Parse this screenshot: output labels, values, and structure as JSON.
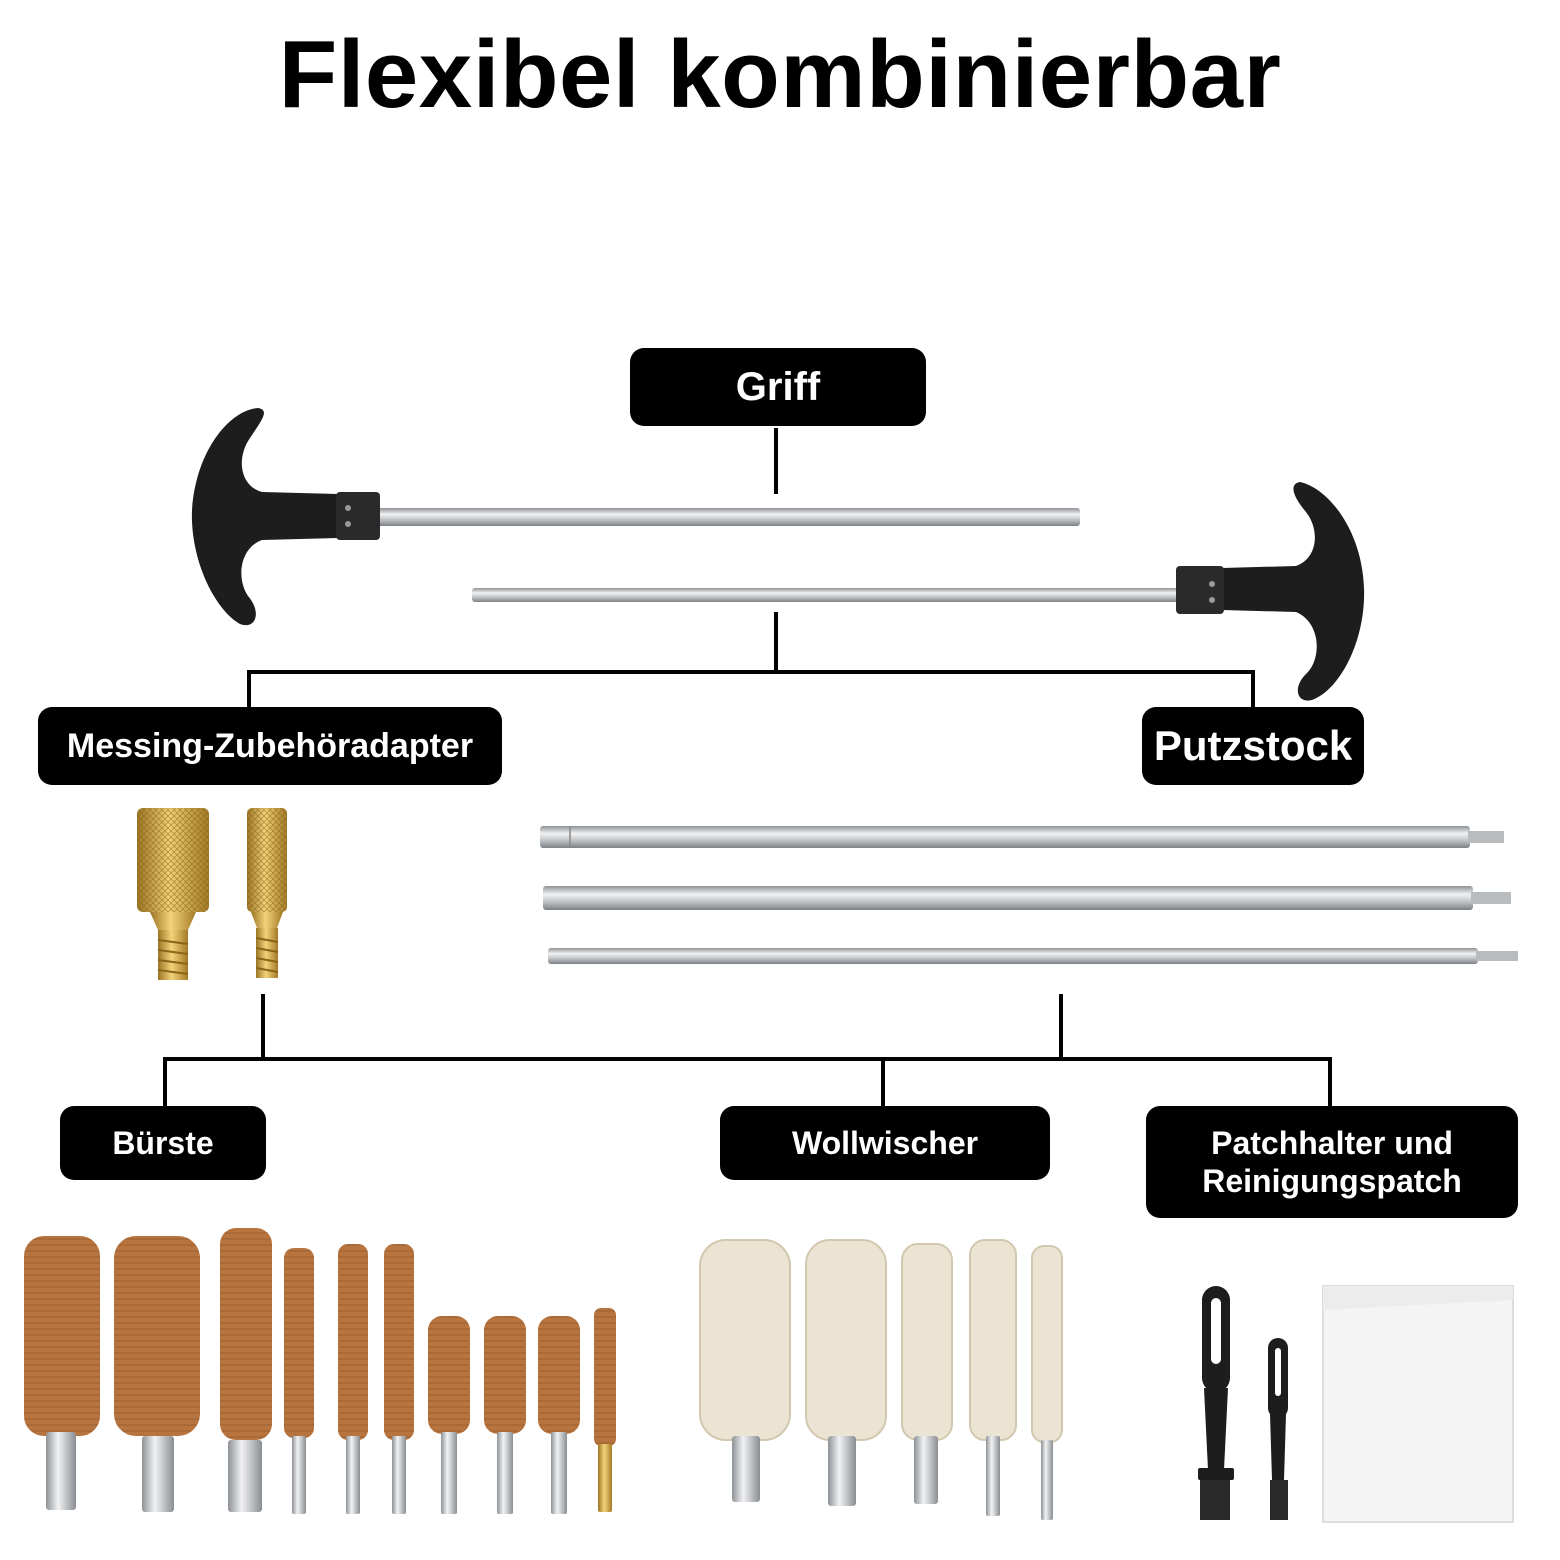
{
  "title": "Flexibel kombinierbar",
  "labels": {
    "griff": "Griff",
    "messing": "Messing-Zubehöradapter",
    "putzstock": "Putzstock",
    "buerste": "Bürste",
    "wollwischer": "Wollwischer",
    "patch_line1": "Patchhalter und",
    "patch_line2": "Reinigungspatch"
  },
  "colors": {
    "label_bg": "#000000",
    "label_text": "#ffffff",
    "connector": "#000000",
    "steel": "#c9cccf",
    "brass": "#d8b24a",
    "bronze": "#b8743e",
    "wool": "#ece4d2",
    "handle": "#1d1d1d"
  }
}
